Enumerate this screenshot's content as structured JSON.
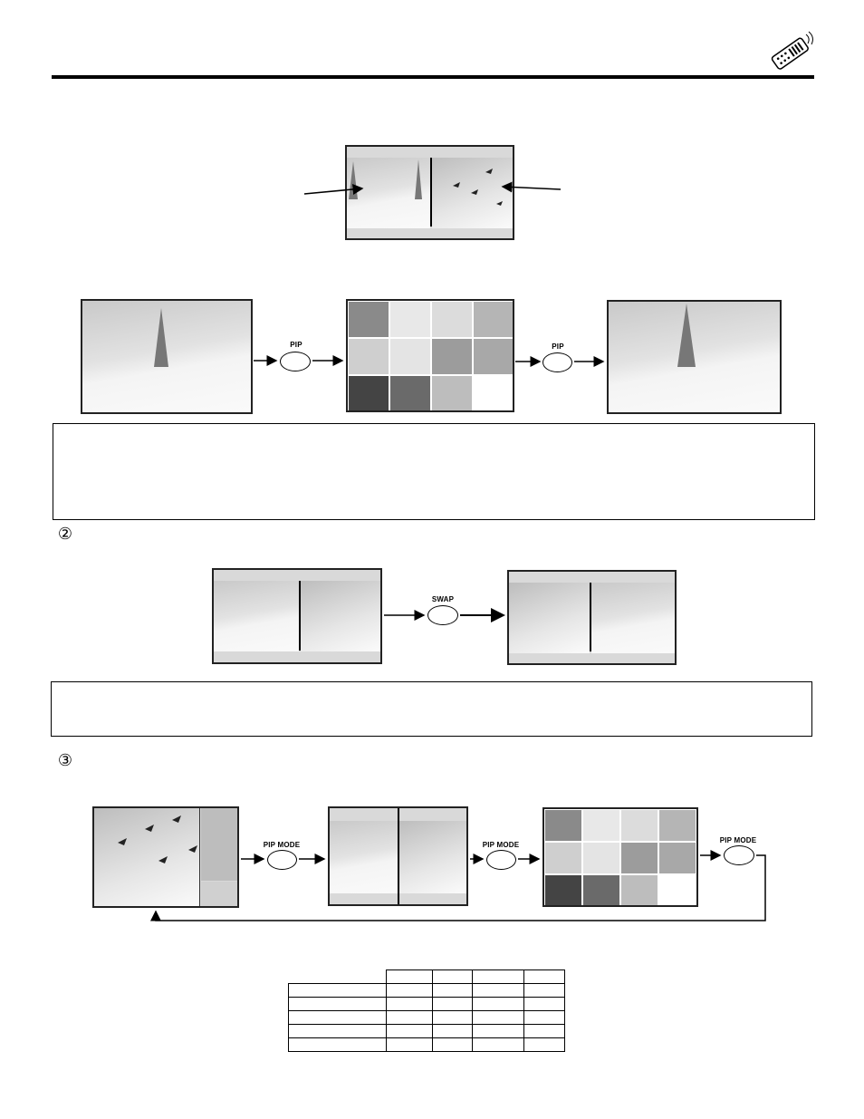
{
  "header": {
    "icon": "remote-control-icon"
  },
  "buttons": {
    "pip_1": "PIP",
    "pip_2": "PIP",
    "swap": "SWAP",
    "pip_mode_1": "PIP MODE",
    "pip_mode_2": "PIP MODE",
    "pip_mode_3": "PIP MODE"
  },
  "steps": {
    "step2": "②",
    "step3": "③"
  },
  "notes": {
    "note1": "",
    "note2": ""
  },
  "table": {
    "columns": [
      "",
      "",
      "",
      ""
    ],
    "rows": [
      {
        "label": "",
        "cells": [
          "",
          "",
          "",
          ""
        ]
      },
      {
        "label": "",
        "cells": [
          "",
          "",
          "",
          ""
        ]
      },
      {
        "label": "",
        "cells": [
          "",
          "",
          "",
          ""
        ]
      },
      {
        "label": "",
        "cells": [
          "",
          "",
          "",
          ""
        ]
      },
      {
        "label": "",
        "cells": [
          "",
          "",
          "",
          ""
        ]
      }
    ]
  },
  "colors": {
    "ink": "#000000",
    "screen_gray": "#d9d9d9",
    "snow": "#f4f4f4"
  }
}
